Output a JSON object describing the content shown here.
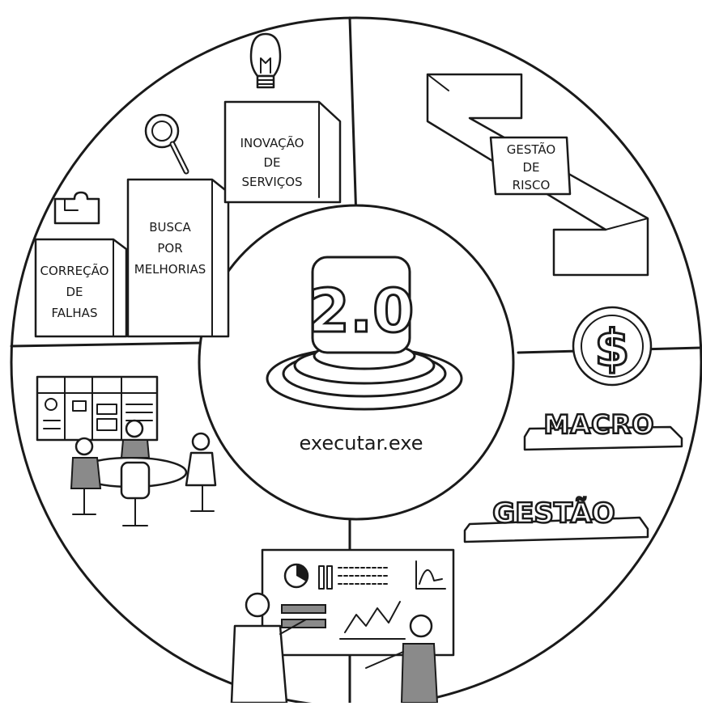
{
  "center": {
    "version": "2.0",
    "caption": "executar.exe"
  },
  "quadrant_top_left": {
    "block_1": [
      "CORREÇÃO",
      "DE",
      "FALHAS"
    ],
    "block_2": [
      "BUSCA",
      "POR",
      "MELHORIAS"
    ],
    "block_3": [
      "INOVAÇÃO",
      "DE",
      "SERVIÇOS"
    ]
  },
  "quadrant_top_right": {
    "risk_label": [
      "GESTÃO",
      "DE",
      "RISCO"
    ]
  },
  "quadrant_right": {
    "currency_symbol": "$",
    "word_1": "MACRO",
    "word_2": "GESTÃO"
  },
  "colors": {
    "ink": "#1a1a1a",
    "paper": "#ffffff",
    "shade": "#8a8a8a"
  }
}
